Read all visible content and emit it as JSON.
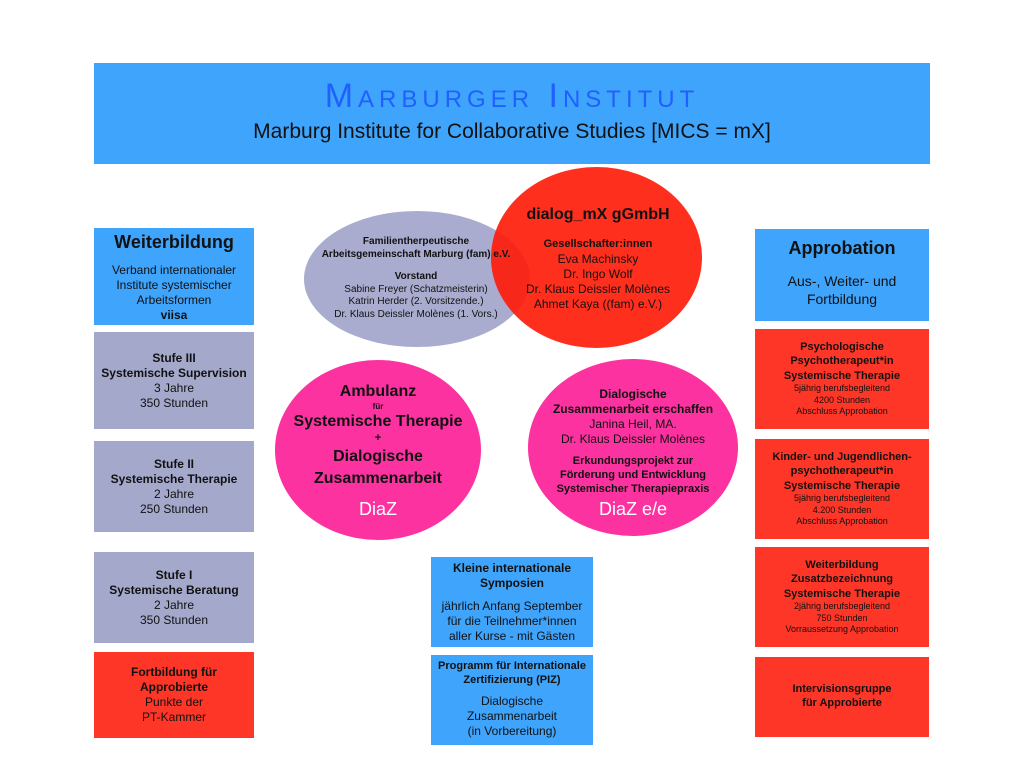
{
  "header": {
    "title": "Marburger Institut",
    "subtitle": "Marburg Institute for Collaborative Studies [MICS = mX]"
  },
  "weiterbildung": {
    "title": "Weiterbildung",
    "lines": [
      "Verband internationaler",
      "Institute systemischer",
      "Arbeitsformen"
    ],
    "org": "viisa"
  },
  "stufe3": {
    "lines": [
      "Stufe III",
      "Systemische Supervision",
      "3 Jahre",
      "350 Stunden"
    ]
  },
  "stufe2": {
    "lines": [
      "Stufe II",
      "Systemische Therapie",
      "2 Jahre",
      "250 Stunden"
    ]
  },
  "stufe1": {
    "lines": [
      "Stufe I",
      "Systemische Beratung",
      "2 Jahre",
      "350 Stunden"
    ]
  },
  "fortbildung": {
    "title_lines": [
      "Fortbildung für",
      "Approbierte"
    ],
    "lines": [
      "Punkte der",
      "PT-Kammer"
    ]
  },
  "approbation": {
    "title": "Approbation",
    "lines": [
      "Aus-, Weiter- und",
      "Fortbildung"
    ]
  },
  "psych": {
    "title_lines": [
      "Psychologische",
      "Psychotherapeut*in",
      "Systemische Therapie"
    ],
    "small_lines": [
      "5jährig berufsbegleitend",
      "4200 Stunden",
      "Abschluss Approbation"
    ]
  },
  "kinder": {
    "title_lines": [
      "Kinder- und Jugendlichen-",
      "psychotherapeut*in",
      "Systemische Therapie"
    ],
    "small_lines": [
      "5jährig berufsbegleitend",
      "4.200 Stunden",
      "Abschluss Approbation"
    ]
  },
  "zusatz": {
    "title_lines": [
      "Weiterbildung",
      "Zusatzbezeichnung",
      "Systemische Therapie"
    ],
    "small_lines": [
      "2jährig berufsbegleitend",
      "750 Stunden",
      "Vorraussetzung Approbation"
    ]
  },
  "intervision": {
    "title_lines": [
      "Intervisionsgruppe",
      "für Approbierte"
    ]
  },
  "fam": {
    "title_lines": [
      "Familientherpeutische",
      "Arbeitsgemeinschaft Marburg (fam) e.V."
    ],
    "vorstand_label": "Vorstand",
    "members": [
      "Sabine Freyer (Schatzmeisterin)",
      "Katrin Herder (2. Vorsitzende.)",
      "Dr. Klaus Deissler Molènes (1. Vors.)"
    ]
  },
  "dialog": {
    "title": "dialog_mX gGmbH",
    "label": "Gesellschafter:innen",
    "members": [
      "Eva Machinsky",
      "Dr. Ingo Wolf",
      "Dr. Klaus Deissler Molènes",
      "Ahmet Kaya ((fam) e.V.)"
    ]
  },
  "ambulanz": {
    "line1": "Ambulanz",
    "fuer": "für",
    "line2": "Systemische Therapie",
    "plus": "+",
    "line3": "Dialogische",
    "line4": "Zusammenarbeit",
    "short": "DiaZ"
  },
  "diaz_ee": {
    "title_lines": [
      "Dialogische",
      "Zusammenarbeit erschaffen"
    ],
    "people": [
      "Janina Heil, MA.",
      "Dr. Klaus Deissler Molènes"
    ],
    "project_lines": [
      "Erkundungsprojekt zur",
      "Förderung und Entwicklung",
      "Systemischer Therapiepraxis"
    ],
    "short": "DiaZ e/e"
  },
  "symposien": {
    "title_lines": [
      "Kleine internationale",
      "Symposien"
    ],
    "lines": [
      "jährlich Anfang September",
      "für die Teilnehmer*innen",
      "aller Kurse - mit Gästen"
    ]
  },
  "piz": {
    "title_lines": [
      "Programm für Internationale",
      "Zertifizierung (PIZ)"
    ],
    "lines": [
      "Dialogische",
      "Zusammenarbeit",
      "(in Vorbereitung)"
    ]
  },
  "colors": {
    "blue": "#3fa4fb",
    "lavender": "#a4a8cb",
    "red": "#fe3627",
    "pink": "#fc32a0"
  }
}
